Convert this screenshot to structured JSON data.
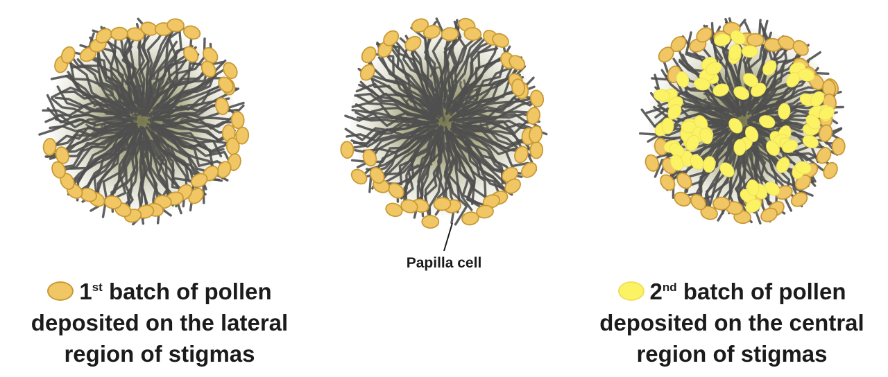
{
  "colors": {
    "first_batch_fill": "#f0c764",
    "first_batch_stroke": "#c89a37",
    "second_batch_fill": "#fbf264",
    "second_batch_stroke": "#efe05a",
    "papilla_stroke": "#4f4f4f",
    "stigma_center": "#7d7d4e",
    "text": "#1b1b1b"
  },
  "stigmas": [
    {
      "name": "stigma-first-batch",
      "first_batch": true,
      "second_batch": false
    },
    {
      "name": "stigma-papilla",
      "first_batch": true,
      "second_batch": false
    },
    {
      "name": "stigma-second-batch",
      "first_batch": true,
      "second_batch": true
    }
  ],
  "callout": {
    "label": "Papilla cell"
  },
  "legend": {
    "first": {
      "ordinal": "1",
      "suffix": "st",
      "line1_rest": " batch of pollen",
      "line2": "deposited on the lateral",
      "line3": "region of stigmas"
    },
    "second": {
      "ordinal": "2",
      "suffix": "nd",
      "line1_rest": " batch of pollen",
      "line2": "deposited on the central",
      "line3": "region of stigmas"
    }
  }
}
